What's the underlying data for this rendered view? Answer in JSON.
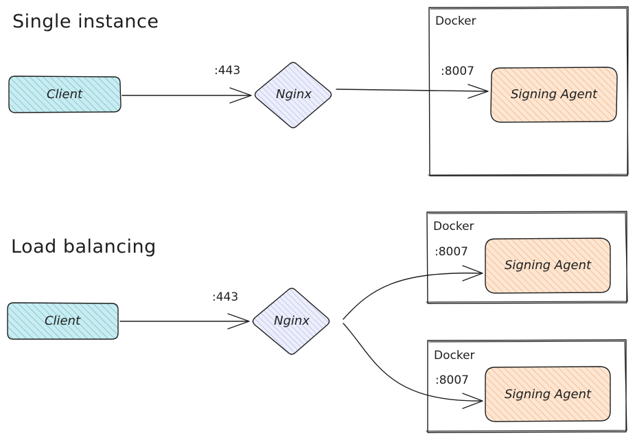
{
  "colors": {
    "client_fill": "#a5dce6",
    "client_hatch": "#6ec1cf",
    "nginx_fill": "#d6d9f5",
    "nginx_hatch": "#9fa6e0",
    "agent_fill": "#ffd8b5",
    "agent_hatch": "#f0a873",
    "stroke": "#1e1e1e"
  },
  "sections": {
    "single": {
      "title": "Single instance",
      "client_label": "Client",
      "port_in": ":443",
      "nginx_label": "Nginx",
      "docker_label": "Docker",
      "port_agent": ":8007",
      "agent_label": "Signing Agent"
    },
    "load": {
      "title": "Load balancing",
      "client_label": "Client",
      "port_in": ":443",
      "nginx_label": "Nginx",
      "dockers": [
        {
          "docker_label": "Docker",
          "port_agent": ":8007",
          "agent_label": "Signing Agent"
        },
        {
          "docker_label": "Docker",
          "port_agent": ":8007",
          "agent_label": "Signing Agent"
        }
      ]
    }
  }
}
